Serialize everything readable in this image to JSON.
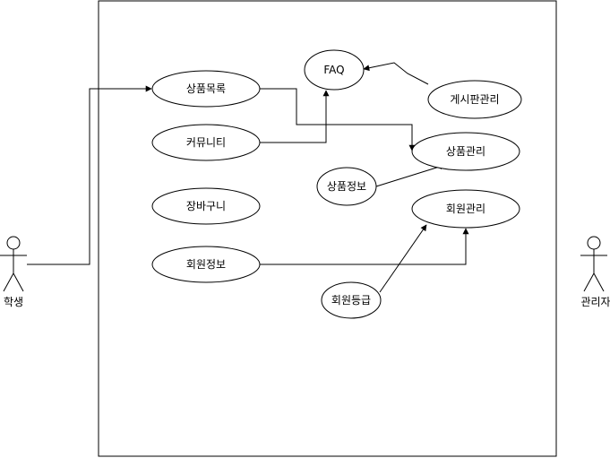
{
  "actors": {
    "student": {
      "label": "학생"
    },
    "admin": {
      "label": "관리자"
    }
  },
  "use_cases": {
    "product_list": "상품목록",
    "community": "커뮤니티",
    "cart": "장바구니",
    "member_info": "회원정보",
    "faq": "FAQ",
    "board_admin": "게시판관리",
    "product_admin": "상품관리",
    "product_info": "상품정보",
    "member_admin": "회원관리",
    "member_grade": "회원등급"
  },
  "colors": {
    "stroke": "#000000",
    "fill": "#ffffff"
  }
}
